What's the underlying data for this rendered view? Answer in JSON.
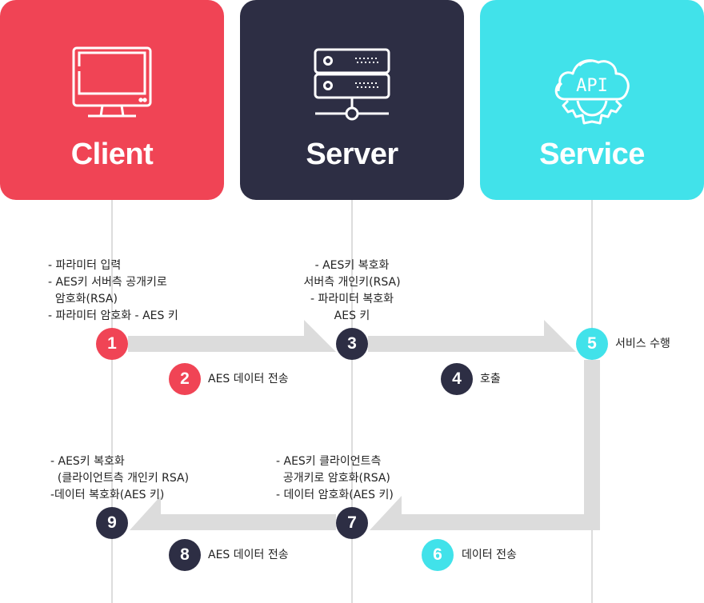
{
  "colors": {
    "client": "#f04455",
    "server": "#2d2e44",
    "service": "#41e2ea",
    "arrow": "#dcdcdc",
    "lane_line": "#dcdcdc"
  },
  "columns": [
    {
      "id": "client",
      "title": "Client",
      "icon": "monitor-icon"
    },
    {
      "id": "server",
      "title": "Server",
      "icon": "server-icon"
    },
    {
      "id": "service",
      "title": "Service",
      "icon": "api-cloud-gear-icon",
      "icon_text": "API"
    }
  ],
  "steps": [
    {
      "num": "1",
      "lane": "client",
      "label": ""
    },
    {
      "num": "2",
      "lane": "client",
      "label": "AES 데이터 전송"
    },
    {
      "num": "3",
      "lane": "server",
      "label": ""
    },
    {
      "num": "4",
      "lane": "server",
      "label": "호출"
    },
    {
      "num": "5",
      "lane": "service",
      "label": "서비스 수행"
    },
    {
      "num": "6",
      "lane": "service",
      "label": "데이터 전송"
    },
    {
      "num": "7",
      "lane": "server",
      "label": ""
    },
    {
      "num": "8",
      "lane": "server",
      "label": "AES 데이터 전송"
    },
    {
      "num": "9",
      "lane": "client",
      "label": ""
    }
  ],
  "notes": {
    "step1": "- 파라미터 입력\n- AES키 서버측 공개키로\n  암호화(RSA)\n- 파라미터 암호화 - AES 키",
    "step3": "- AES키 복호화\n서버측 개인키(RSA)\n- 파라미터 복호화\nAES 키",
    "step7": "- AES키 클라이언트측\n  공개키로 암호화(RSA)\n- 데이터 암호화(AES 키)",
    "step9": "- AES키 복호화\n  (클라이언트측 개인키 RSA)\n-데이터 복호화(AES 키)"
  }
}
